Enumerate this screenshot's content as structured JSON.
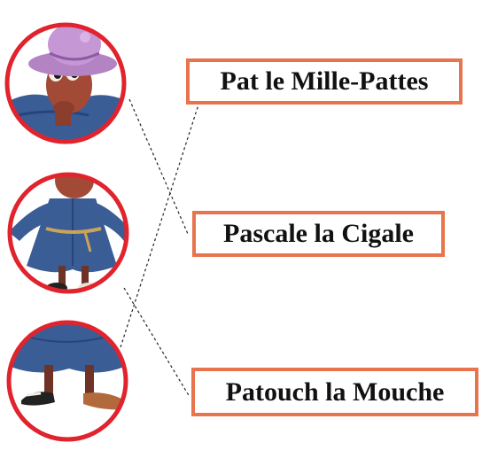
{
  "labels": {
    "top": "Pat le Mille-Pattes",
    "middle": "Pascale la Cigale",
    "bottom": "Patouch la Mouche"
  },
  "colors": {
    "circle_border": "#e0232d",
    "label_border": "#e8744e",
    "connector": "#222222",
    "coat": "#3a5d96",
    "face": "#a24a36",
    "hat": "#b483c4"
  },
  "pictures": {
    "top": "character-head-with-hat",
    "middle": "character-body-with-coat",
    "bottom": "character-legs-and-shoes"
  }
}
